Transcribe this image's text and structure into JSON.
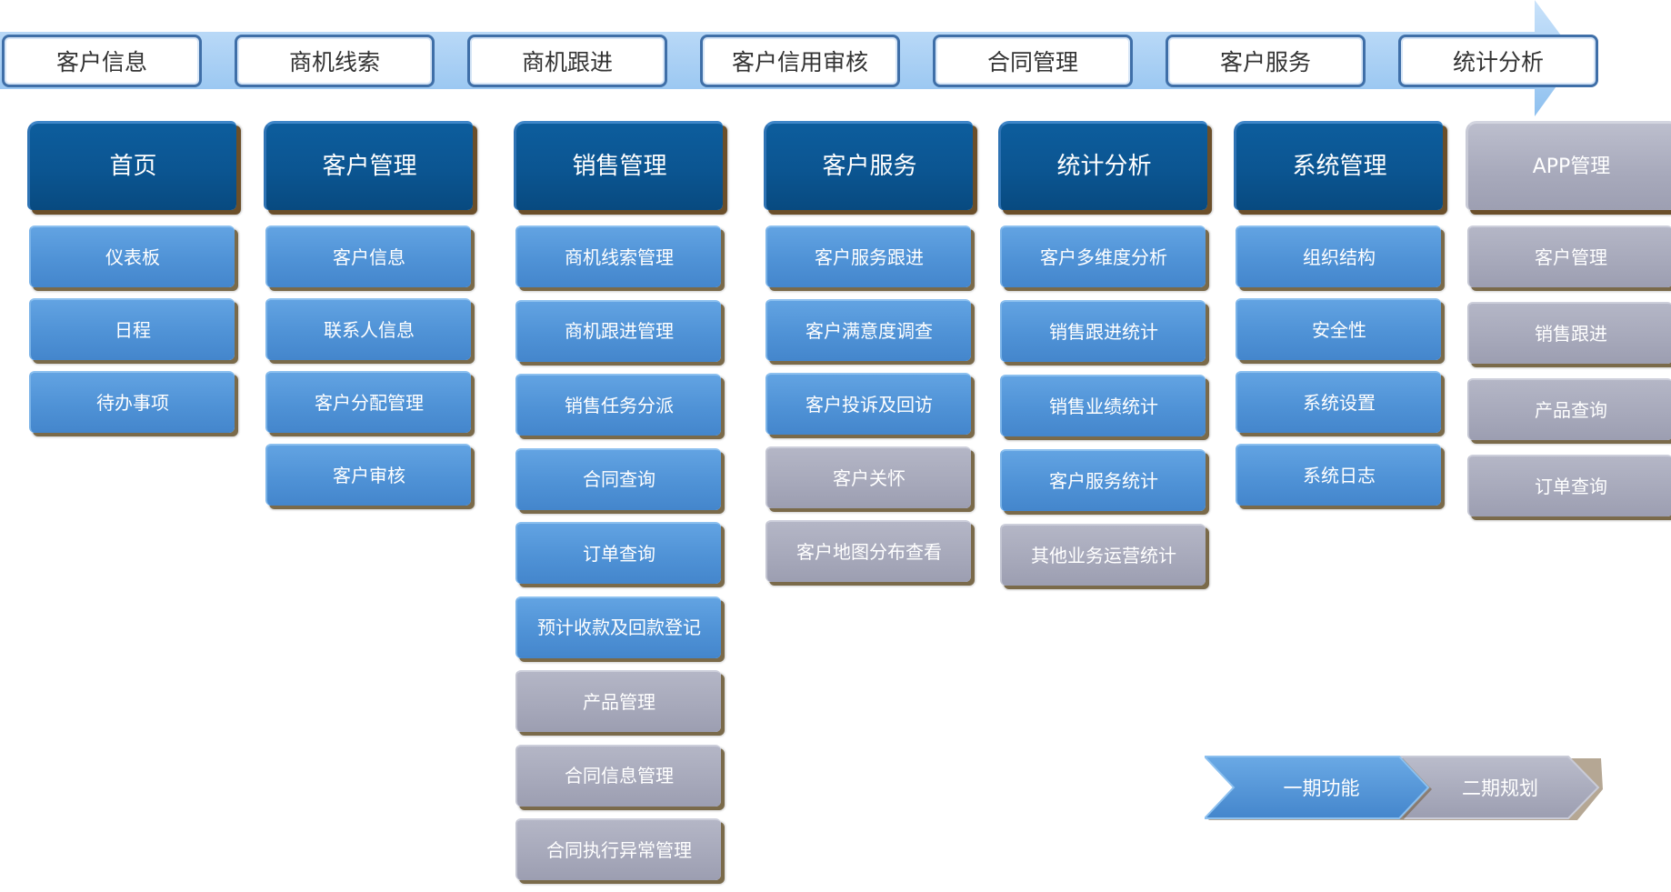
{
  "process_steps": [
    "客户信息",
    "商机线索",
    "商机跟进",
    "客户信用审核",
    "合同管理",
    "客户服务",
    "统计分析"
  ],
  "columns": [
    {
      "title": "首页",
      "phase": 1,
      "items": [
        {
          "label": "仪表板",
          "phase": 1
        },
        {
          "label": "日程",
          "phase": 1
        },
        {
          "label": "待办事项",
          "phase": 1
        }
      ]
    },
    {
      "title": "客户管理",
      "phase": 1,
      "items": [
        {
          "label": "客户信息",
          "phase": 1
        },
        {
          "label": "联系人信息",
          "phase": 1
        },
        {
          "label": "客户分配管理",
          "phase": 1
        },
        {
          "label": "客户审核",
          "phase": 1
        }
      ]
    },
    {
      "title": "销售管理",
      "phase": 1,
      "items": [
        {
          "label": "商机线索管理",
          "phase": 1
        },
        {
          "label": "商机跟进管理",
          "phase": 1
        },
        {
          "label": "销售任务分派",
          "phase": 1
        },
        {
          "label": "合同查询",
          "phase": 1
        },
        {
          "label": "订单查询",
          "phase": 1
        },
        {
          "label": "预计收款及回款登记",
          "phase": 1
        },
        {
          "label": "产品管理",
          "phase": 2
        },
        {
          "label": "合同信息管理",
          "phase": 2
        },
        {
          "label": "合同执行异常管理",
          "phase": 2
        }
      ]
    },
    {
      "title": "客户服务",
      "phase": 1,
      "items": [
        {
          "label": "客户服务跟进",
          "phase": 1
        },
        {
          "label": "客户满意度调查",
          "phase": 1
        },
        {
          "label": "客户投诉及回访",
          "phase": 1
        },
        {
          "label": "客户关怀",
          "phase": 2
        },
        {
          "label": "客户地图分布查看",
          "phase": 2
        }
      ]
    },
    {
      "title": "统计分析",
      "phase": 1,
      "items": [
        {
          "label": "客户多维度分析",
          "phase": 1
        },
        {
          "label": "销售跟进统计",
          "phase": 1
        },
        {
          "label": "销售业绩统计",
          "phase": 1
        },
        {
          "label": "客户服务统计",
          "phase": 1
        },
        {
          "label": "其他业务运营统计",
          "phase": 2
        }
      ]
    },
    {
      "title": "系统管理",
      "phase": 1,
      "items": [
        {
          "label": "组织结构",
          "phase": 1
        },
        {
          "label": "安全性",
          "phase": 1
        },
        {
          "label": "系统设置",
          "phase": 1
        },
        {
          "label": "系统日志",
          "phase": 1
        }
      ]
    },
    {
      "title": "APP管理",
      "phase": 2,
      "items": [
        {
          "label": "客户管理",
          "phase": 2
        },
        {
          "label": "销售跟进",
          "phase": 2
        },
        {
          "label": "产品查询",
          "phase": 2
        },
        {
          "label": "订单查询",
          "phase": 2
        }
      ]
    }
  ],
  "legend": {
    "phase1": "一期功能",
    "phase2": "二期规划"
  },
  "colors": {
    "arrow": "#a9d1f5",
    "head": "#0b5591",
    "item": "#4f92d6",
    "gray": "#a6a8ba"
  }
}
